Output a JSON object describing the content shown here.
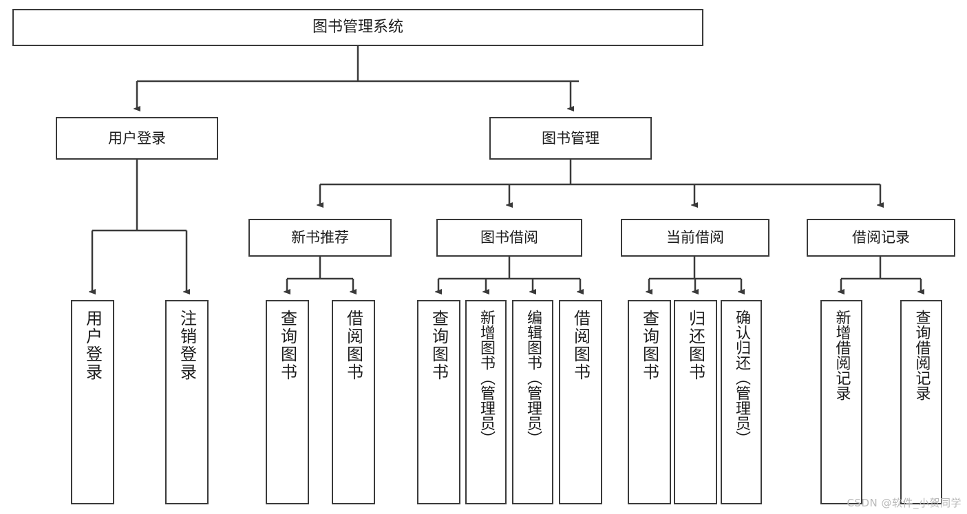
{
  "diagram": {
    "title": "图书管理系统",
    "type": "hierarchy-tree",
    "stroke_color": "#3a3a3a",
    "fill_color": "#ffffff",
    "text_color": "#1c1c1c"
  },
  "root": {
    "label": "图书管理系统"
  },
  "level2": [
    {
      "label": "用户登录"
    },
    {
      "label": "图书管理"
    }
  ],
  "level3": [
    {
      "label": "新书推荐"
    },
    {
      "label": "图书借阅"
    },
    {
      "label": "当前借阅"
    },
    {
      "label": "借阅记录"
    }
  ],
  "leaves": {
    "user_login": [
      {
        "label": "用户登录"
      },
      {
        "label": "注销登录"
      }
    ],
    "new_book": [
      {
        "label": "查询图书"
      },
      {
        "label": "借阅图书"
      }
    ],
    "book_borrow": [
      {
        "label": "查询图书"
      },
      {
        "label": "新增图书（管理员）"
      },
      {
        "label": "编辑图书（管理员）"
      },
      {
        "label": "借阅图书"
      }
    ],
    "current_borrow": [
      {
        "label": "查询图书"
      },
      {
        "label": "归还图书"
      },
      {
        "label": "确认归还（管理员）"
      }
    ],
    "borrow_record": [
      {
        "label": "新增借阅记录"
      },
      {
        "label": "查询借阅记录"
      }
    ]
  },
  "watermark": {
    "text": "CSDN @软件_小贺同学"
  }
}
